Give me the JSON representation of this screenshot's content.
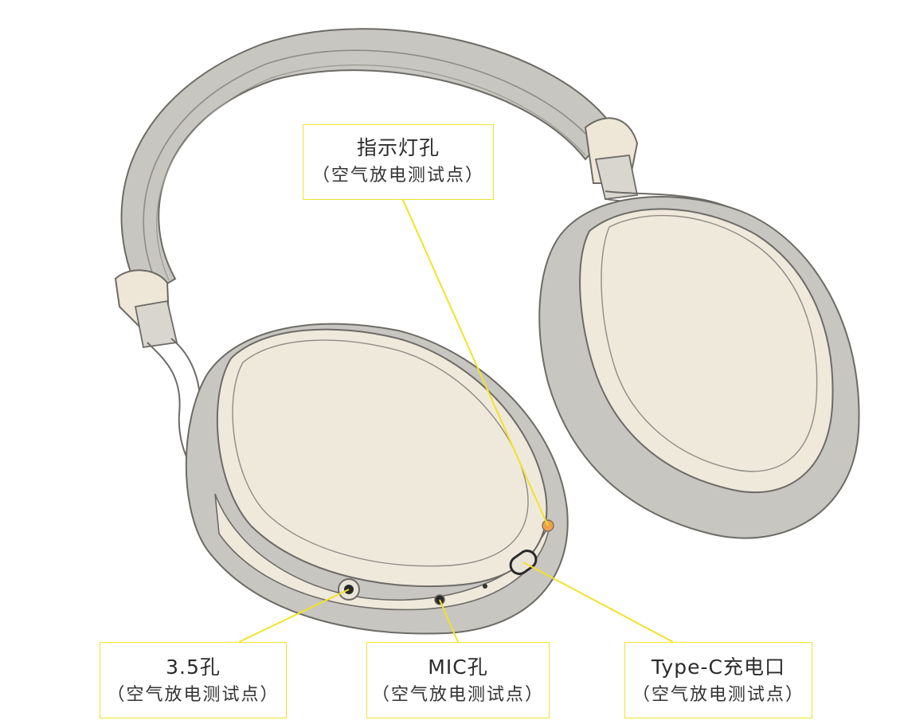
{
  "labels": {
    "indicator": {
      "title": "指示灯孔",
      "sub": "（空气放电测试点）"
    },
    "aux": {
      "title": "3.5孔",
      "sub": "（空气放电测试点）"
    },
    "mic": {
      "title": "MIC孔",
      "sub": "（空气放电测试点）"
    },
    "typec": {
      "title": "Type-C充电口",
      "sub": "（空气放电测试点）"
    }
  },
  "colors": {
    "callout_line": "#f2e22a",
    "shell": "#c8c6c0",
    "cream": "#efe9dc",
    "outline": "#7a7872",
    "indicator_light": "#f0a04a"
  }
}
